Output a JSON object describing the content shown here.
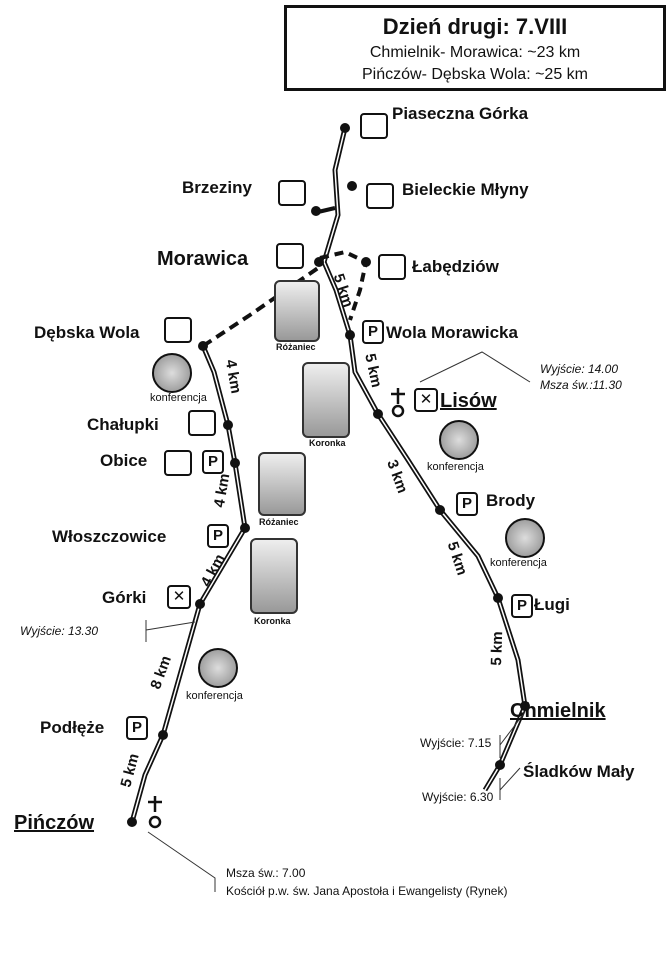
{
  "header": {
    "title": "Dzień drugi: 7.VIII",
    "line1": "Chmielnik- Morawica: ~23 km",
    "line2": "Pińczów- Dębska Wola: ~25 km"
  },
  "places": {
    "piaseczna": "Piaseczna Górka",
    "brzeziny": "Brzeziny",
    "bieleckie": "Bieleckie Młyny",
    "morawica": "Morawica",
    "labedziow": "Łabędziów",
    "debska": "Dębska Wola",
    "wola_mor": "Wola Morawicka",
    "lisow": "Lisów",
    "chalupki": "Chałupki",
    "obice": "Obice",
    "brody": "Brody",
    "wloszczowice": "Włoszczowice",
    "lugi": "Ługi",
    "gorki": "Górki",
    "chmielnik": "Chmielnik",
    "podleze": "Podłęże",
    "sladkow": "Śladków Mały",
    "pinczow": "Pińczów"
  },
  "distances": {
    "d1": "5 km",
    "d2": "4 km",
    "d3": "5 km",
    "d4": "4 km",
    "d5": "3 km",
    "d6": "4 km",
    "d7": "5 km",
    "d8": "8 km",
    "d9": "5 km",
    "d10": "5 km"
  },
  "notes": {
    "lisow1": "Wyjście: 14.00",
    "lisow2": "Msza św.:11.30",
    "gorki": "Wyjście: 13.30",
    "chmielnik": "Wyjście: 7.15",
    "sladkow": "Wyjście: 6.30",
    "pinczow1": "Msza św.: 7.00",
    "pinczow2": "Kościół p.w. św. Jana Apostoła i Ewangelisty (Rynek)"
  },
  "captions": {
    "rozaniec": "Różaniec",
    "koronka": "Koronka",
    "konferencja": "konferencja"
  },
  "icons": {
    "parking": "P",
    "cutlery": "✕",
    "hotel": "hotel-icon",
    "megaphone": "megaphone-icon",
    "church": "church-icon"
  }
}
